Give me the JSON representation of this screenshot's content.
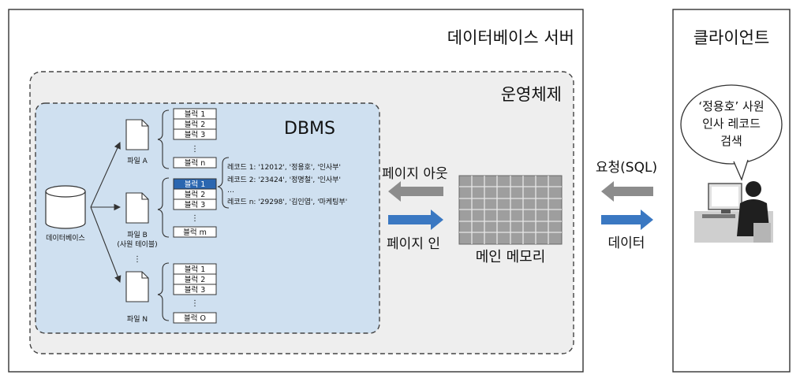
{
  "server": {
    "title": "데이터베이스 서버"
  },
  "os": {
    "title": "운영체제"
  },
  "dbms": {
    "title": "DBMS",
    "database_label": "데이터베이스",
    "files": [
      {
        "label": "파일 A",
        "sublabel": "",
        "blocks": [
          "블럭 1",
          "블럭 2",
          "블럭 3"
        ],
        "dots": "⋮",
        "last": "블럭 n"
      },
      {
        "label": "파일 B",
        "sublabel": "(사원 테이블)",
        "blocks": [
          "블럭 1",
          "블럭 2",
          "블럭 3"
        ],
        "dots": "⋮",
        "last": "블럭 m"
      },
      {
        "label": "파일 N",
        "sublabel": "",
        "blocks": [
          "블럭 1",
          "블럭 2",
          "블럭 3"
        ],
        "dots": "⋮",
        "last": "블럭 O"
      }
    ],
    "file_dots": "⋮",
    "records": [
      "레코드 1: '12012', '정용호', '인사부'",
      "레코드 2: '23424', '정명철', '인사부'",
      "…",
      "레코드 n: '29298', '김인엽', '마케팅부'"
    ]
  },
  "page_out_label": "페이지 아웃",
  "page_in_label": "페이지 인",
  "memory_label": "메인 메모리",
  "request_label": "요청(SQL)",
  "data_label": "데이터",
  "client": {
    "title": "클라이언트",
    "bubble_lines": [
      "‘정용호’ 사원",
      "인사 레코드",
      "검색"
    ]
  },
  "colors": {
    "dbms_fill": "#cfe0f0",
    "highlight": "#2a66b0",
    "arrow_blue": "#3a78c2",
    "arrow_gray": "#8c8c8c"
  }
}
